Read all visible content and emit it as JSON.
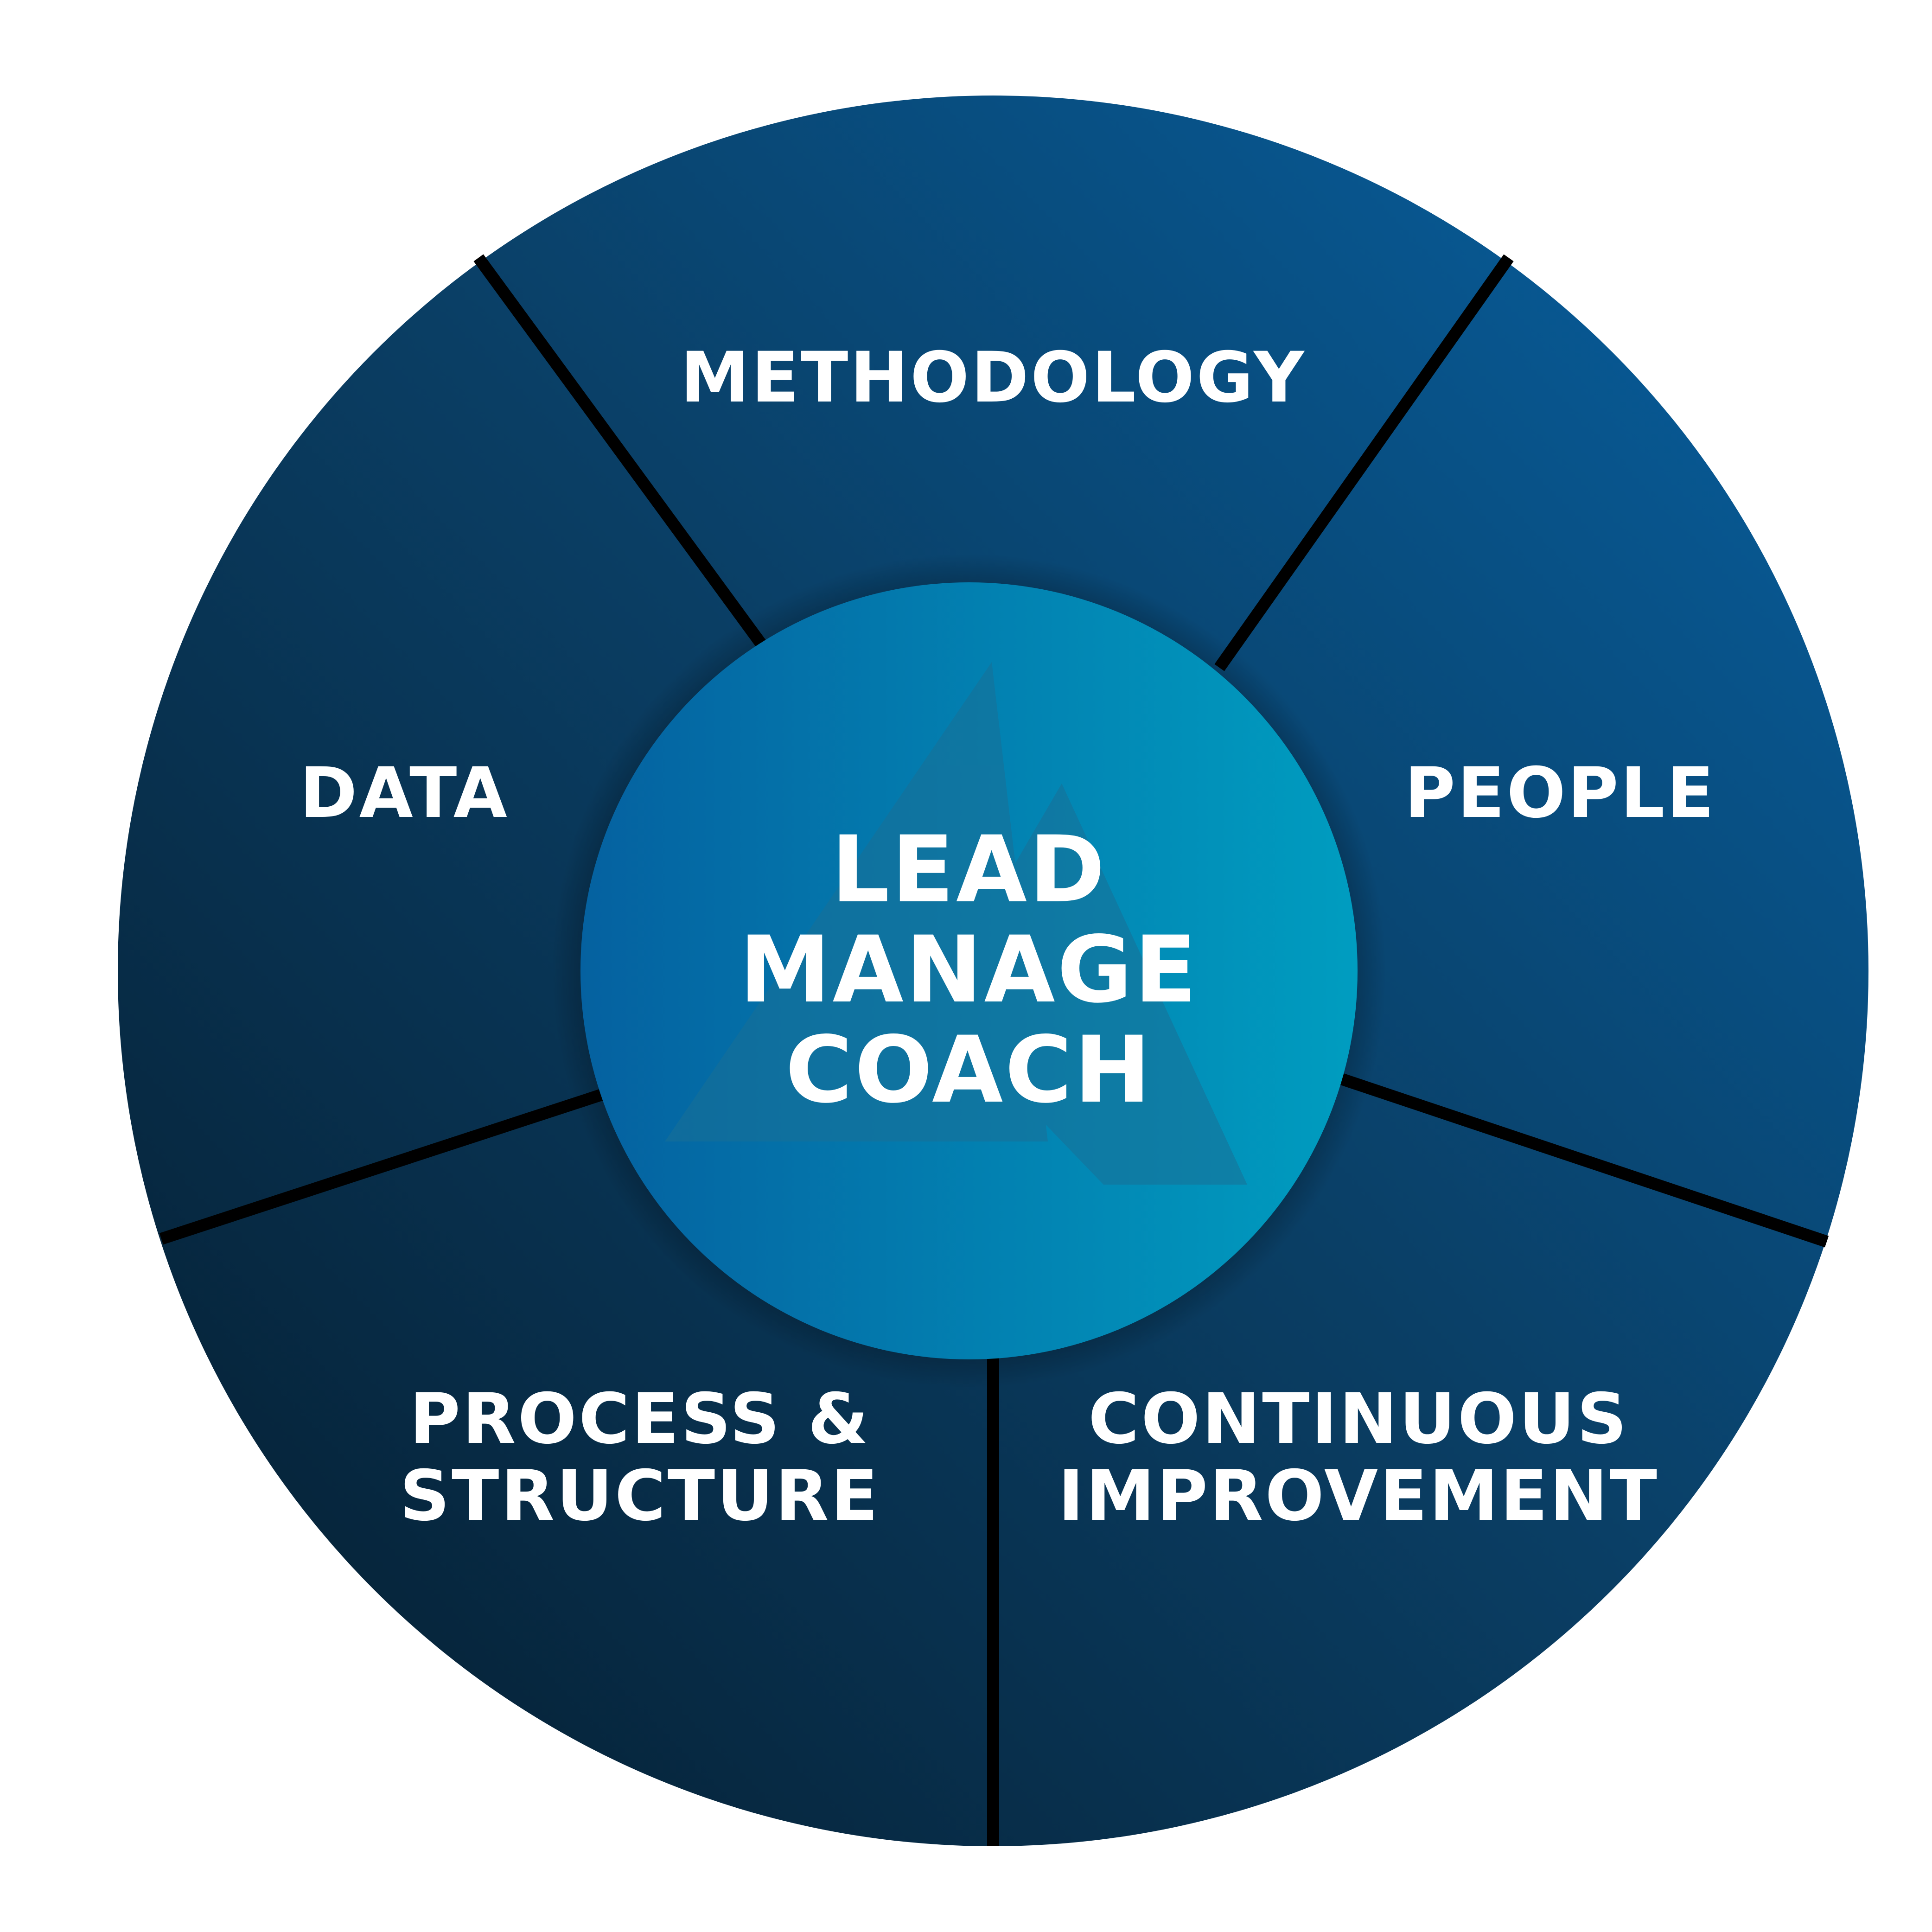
{
  "diagram": {
    "segments": [
      {
        "id": "methodology",
        "lines": [
          "METHODOLOGY"
        ]
      },
      {
        "id": "people",
        "lines": [
          "PEOPLE"
        ]
      },
      {
        "id": "continuous-improvement",
        "lines": [
          "CONTINUOUS",
          "IMPROVEMENT"
        ]
      },
      {
        "id": "process-structure",
        "lines": [
          "PROCESS &",
          "STRUCTURE"
        ]
      },
      {
        "id": "data",
        "lines": [
          "DATA"
        ]
      }
    ],
    "center": {
      "lines": [
        "LEAD",
        "MANAGE",
        "COACH"
      ]
    },
    "colors": {
      "outer_dark": "#06243a",
      "outer_mid": "#0a3e64",
      "outer_light": "#075a96",
      "center_left": "#0561a0",
      "center_right": "#009dc0",
      "divider": "#000000",
      "text": "#ffffff",
      "watermark": "#1a6f96"
    },
    "watermark_icon": "triangle-logo-icon"
  }
}
